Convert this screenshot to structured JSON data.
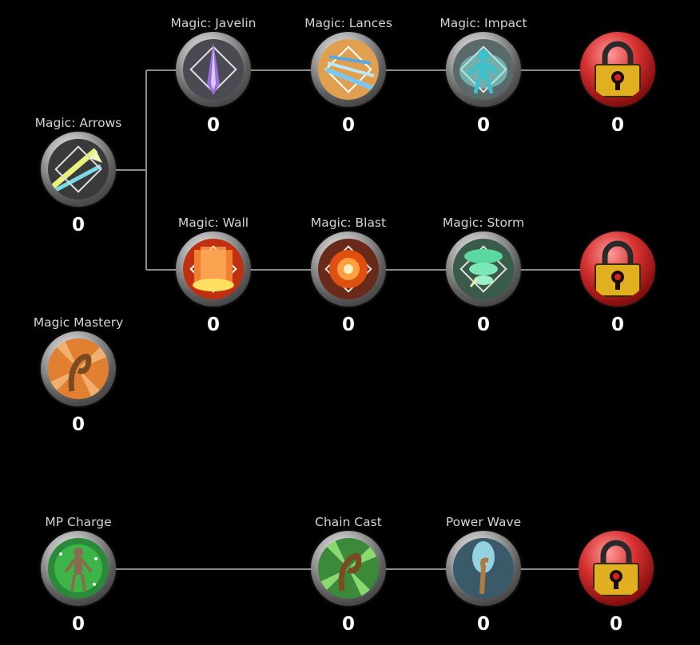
{
  "skills": [
    {
      "id": "magic-arrows",
      "label": "Magic: Arrows",
      "count": "0",
      "icon": "arrows-icon",
      "locked": false
    },
    {
      "id": "magic-javelin",
      "label": "Magic: Javelin",
      "count": "0",
      "icon": "javelin-icon",
      "locked": false
    },
    {
      "id": "magic-lances",
      "label": "Magic: Lances",
      "count": "0",
      "icon": "lances-icon",
      "locked": false
    },
    {
      "id": "magic-impact",
      "label": "Magic: Impact",
      "count": "0",
      "icon": "impact-icon",
      "locked": false
    },
    {
      "id": "locked-1",
      "label": "",
      "count": "0",
      "icon": "padlock-icon",
      "locked": true
    },
    {
      "id": "magic-wall",
      "label": "Magic: Wall",
      "count": "0",
      "icon": "wall-icon",
      "locked": false
    },
    {
      "id": "magic-blast",
      "label": "Magic: Blast",
      "count": "0",
      "icon": "blast-icon",
      "locked": false
    },
    {
      "id": "magic-storm",
      "label": "Magic: Storm",
      "count": "0",
      "icon": "storm-icon",
      "locked": false
    },
    {
      "id": "locked-2",
      "label": "",
      "count": "0",
      "icon": "padlock-icon",
      "locked": true
    },
    {
      "id": "magic-mastery",
      "label": "Magic Mastery",
      "count": "0",
      "icon": "staff-icon",
      "locked": false
    },
    {
      "id": "mp-charge",
      "label": "MP Charge",
      "count": "0",
      "icon": "mp-charge-icon",
      "locked": false
    },
    {
      "id": "chain-cast",
      "label": "Chain Cast",
      "count": "0",
      "icon": "chain-cast-icon",
      "locked": false
    },
    {
      "id": "power-wave",
      "label": "Power Wave",
      "count": "0",
      "icon": "power-wave-icon",
      "locked": false
    },
    {
      "id": "locked-3",
      "label": "",
      "count": "0",
      "icon": "padlock-icon",
      "locked": true
    }
  ],
  "colors": {
    "background": "#000000",
    "connector": "#8a8a8a",
    "label": "#d4d4d4",
    "count": "#ffffff",
    "lock_orb": "#d83232",
    "lock_body": "#e0b020"
  }
}
